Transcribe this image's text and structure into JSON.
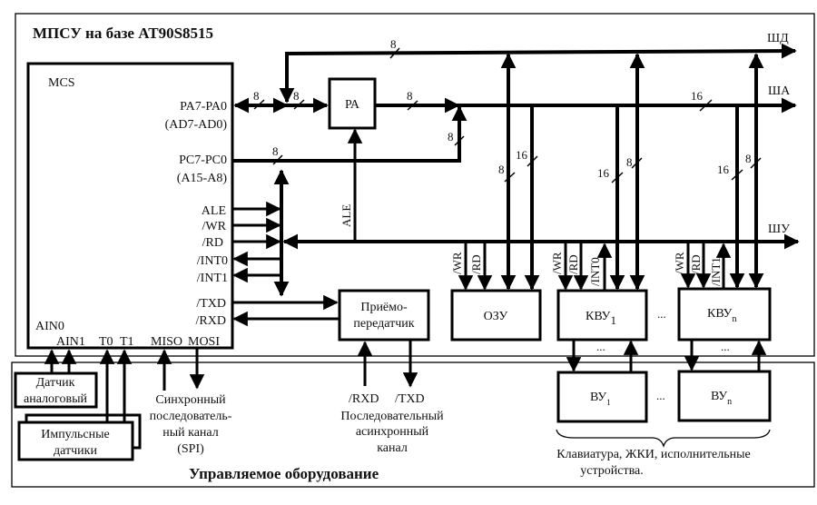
{
  "title": "МПСУ на базе AT90S8515",
  "bottom_title": "Управляемое оборудование",
  "mcs": {
    "label": "MCS",
    "pins": {
      "pa": "PA7-PA0",
      "pa_alt": "(AD7-AD0)",
      "pc": "PC7-PC0",
      "pc_alt": "(A15-A8)",
      "ale": "ALE",
      "wr": "/WR",
      "rd": "/RD",
      "int0": "/INT0",
      "int1": "/INT1",
      "txd": "/TXD",
      "rxd": "/RXD",
      "ain0": "AIN0",
      "ain1": "AIN1",
      "t0": "T0",
      "t1": "T1",
      "miso": "MISO",
      "mosi": "MOSI"
    }
  },
  "blocks": {
    "ra": "РА",
    "ozu": "ОЗУ",
    "kvu1": "КВУ",
    "kvu1_sub": "1",
    "kvun": "КВУ",
    "kvun_sub": "n",
    "vu1": "ВУ",
    "vu1_sub": "1",
    "vun": "ВУ",
    "vun_sub": "n",
    "transceiver_line1": "Приёмо-",
    "transceiver_line2": "передатчик",
    "analog_sensor_line1": "Датчик",
    "analog_sensor_line2": "аналоговый",
    "pulse_sensors_line1": "Импульсные",
    "pulse_sensors_line2": "датчики"
  },
  "buses": {
    "data": "ШД",
    "address": "ША",
    "control": "ШУ"
  },
  "bus_widths": {
    "pa_left": "8",
    "pa_right": "8",
    "data_top": "8",
    "ra_out": "8",
    "pc": "8",
    "pc_up": "8",
    "ozu_data": "8",
    "ozu_addr": "16",
    "addr_bus": "16",
    "kvu1_addr": "16",
    "kvu1_data": "8",
    "kvun_addr": "16",
    "kvun_data": "8"
  },
  "signal_labels": {
    "ale_vertical": "ALE",
    "ozu_wr": "/WR",
    "ozu_rd": "/RD",
    "kvu1_wr": "/WR",
    "kvu1_rd": "/RD",
    "kvu1_int": "/INT0",
    "kvun_wr": "/WR",
    "kvun_rd": "/RD",
    "kvun_int": "/INT1",
    "rxd_ext": "/RXD",
    "txd_ext": "/TXD"
  },
  "ellipsis": "...",
  "captions": {
    "spi_line1": "Синхронный",
    "spi_line2": "последователь-",
    "spi_line3": "ный канал",
    "spi_line4": "(SPI)",
    "uart_line1": "Последовательный",
    "uart_line2": "асинхронный",
    "uart_line3": "канал",
    "devices_line1": "Клавиатура, ЖКИ, исполнительные",
    "devices_line2": "устройства."
  }
}
